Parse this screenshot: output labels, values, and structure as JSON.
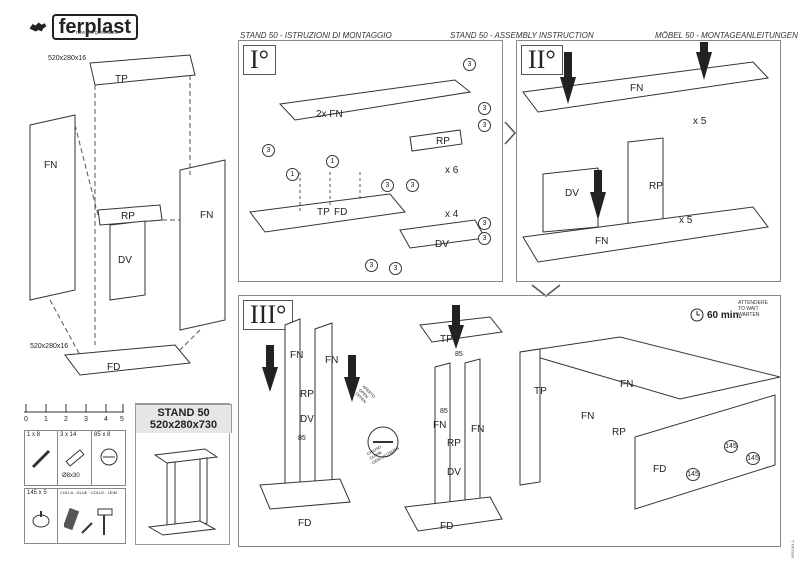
{
  "brand": {
    "name": "ferplast",
    "tagline": "new pet generation"
  },
  "headers": {
    "it": "STAND 50 - ISTRUZIONI DI MONTAGGIO",
    "en": "STAND 50 - ASSEMBLY INSTRUCTION",
    "de": "MÖBEL 50 - MONTAGEANLEITUNGEN"
  },
  "exploded": {
    "top_dim": "520x280x16",
    "bottom_dim": "520x280x16",
    "parts": [
      "TP",
      "FN",
      "FN",
      "RP",
      "DV",
      "FD"
    ]
  },
  "ruler": {
    "marks": [
      "0",
      "1",
      "2",
      "3",
      "4",
      "5"
    ]
  },
  "hardware": {
    "dowel_tag": "1 x 8",
    "screw_tag": "3 x 14",
    "cam_tag": "85 x 8",
    "dowel_size": "Ø8x30",
    "foot_tag": "145 x 5",
    "tools_tag": "COLLA · GLUE · COLLE · LEIM"
  },
  "stand": {
    "title": "STAND 50",
    "dims": "520x280x730"
  },
  "steps": {
    "s1": {
      "roman": "I°",
      "labels": {
        "fn": "2x FN",
        "rp": "RP",
        "tp": "TP",
        "fd": "FD",
        "dv": "DV"
      },
      "counts": {
        "x6": "x 6",
        "x4": "x 4"
      },
      "callouts": [
        "3",
        "3",
        "3",
        "3",
        "1",
        "1",
        "3",
        "3",
        "3",
        "3",
        "3",
        "3"
      ]
    },
    "s2": {
      "roman": "II°",
      "labels": {
        "fn_top": "FN",
        "dv": "DV",
        "rp": "RP",
        "fn_bottom": "FN"
      },
      "counts": {
        "x5a": "x 5",
        "x5b": "x 5"
      }
    },
    "s3": {
      "roman": "III°",
      "labels": {
        "fn1": "FN",
        "fn2": "FN",
        "rp": "RP",
        "dv": "DV",
        "fd": "FD",
        "tp": "TP",
        "fn3": "FN",
        "fn4": "FN",
        "rp2": "RP",
        "dv2": "DV",
        "fd2": "FD",
        "c85a": "85",
        "c85b": "85",
        "c85c": "85"
      },
      "lock_text": [
        "APERTO",
        "OPEN",
        "OFFEN",
        "CHIUSO",
        "CLOSE",
        "GESCHLOSSEN"
      ],
      "wait_time": "60 min.",
      "wait_lang": [
        "ATTENDERE",
        "TO WAIT",
        "WARTEN"
      ],
      "final": {
        "tp": "TP",
        "fn": "FN",
        "fn2": "FN",
        "rp": "RP",
        "fd": "FD",
        "c145a": "145",
        "c145b": "145",
        "c145c": "145"
      }
    }
  },
  "doc_code": "95519/4-1"
}
